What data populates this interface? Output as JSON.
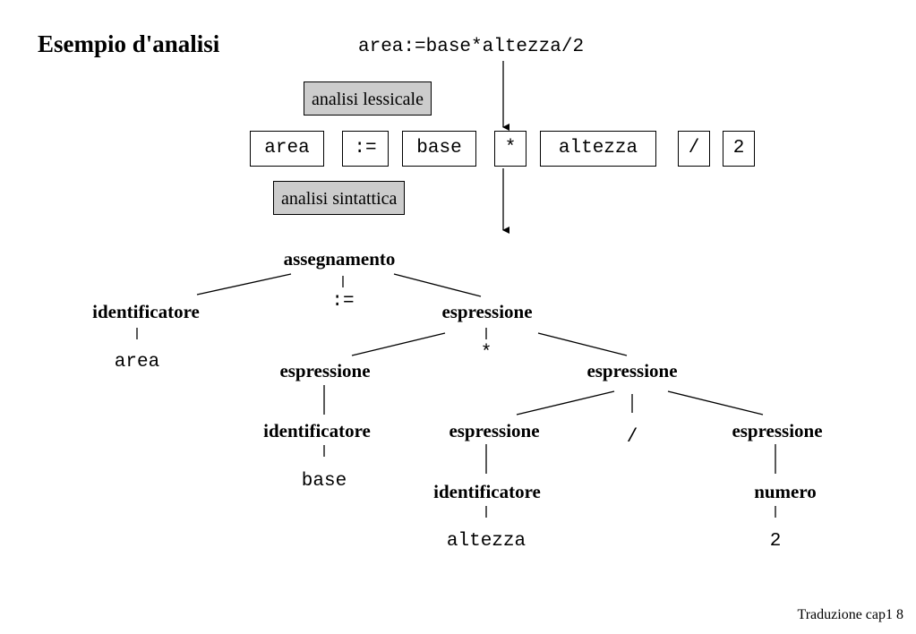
{
  "title": "Esempio d'analisi",
  "expression": "area:=base*altezza/2",
  "phases": {
    "lexical": "analisi lessicale",
    "syntactic": "analisi sintattica"
  },
  "tokens": [
    "area",
    ":=",
    "base",
    "*",
    "altezza",
    "/",
    "2"
  ],
  "tree": {
    "root": "assegnamento",
    "assign_op": ":=",
    "lhs": {
      "label": "identificatore",
      "leaf": "area"
    },
    "rhs": {
      "label": "espressione",
      "op": "*",
      "left": {
        "label": "espressione",
        "child": "identificatore",
        "leaf": "base"
      },
      "right": {
        "label": "espressione",
        "op": "/",
        "left": {
          "label": "espressione",
          "child": "identificatore",
          "leaf": "altezza"
        },
        "right": {
          "label": "espressione",
          "child": "numero",
          "leaf": "2"
        }
      }
    }
  },
  "footer": "Traduzione cap1 8"
}
